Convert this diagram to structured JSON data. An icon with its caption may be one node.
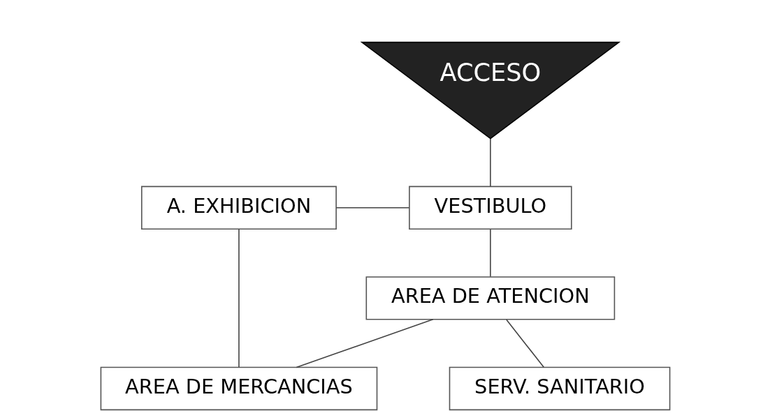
{
  "diagram": {
    "nodes": [
      {
        "text": [
          "ACCESO"
        ]
      },
      {
        "text": [
          "A. EXHIBICION"
        ]
      },
      {
        "text": [
          "VESTIBULO"
        ]
      },
      {
        "text": [
          "AREA DE ATENCION"
        ]
      },
      {
        "text": [
          "AREA DE MERCANCIAS"
        ]
      },
      {
        "text": [
          "SERV. SANITARIO"
        ]
      }
    ],
    "edges": [
      {
        "from": 0,
        "to": 2,
        "arrow": "none"
      },
      {
        "from": 1,
        "to": 2,
        "arrow": "none"
      },
      {
        "from": 2,
        "to": 3,
        "arrow": "none"
      },
      {
        "from": 1,
        "to": 4,
        "arrow": "none"
      },
      {
        "from": 3,
        "to": 4,
        "arrow": "none"
      },
      {
        "from": 3,
        "to": 5,
        "arrow": "none"
      }
    ]
  }
}
